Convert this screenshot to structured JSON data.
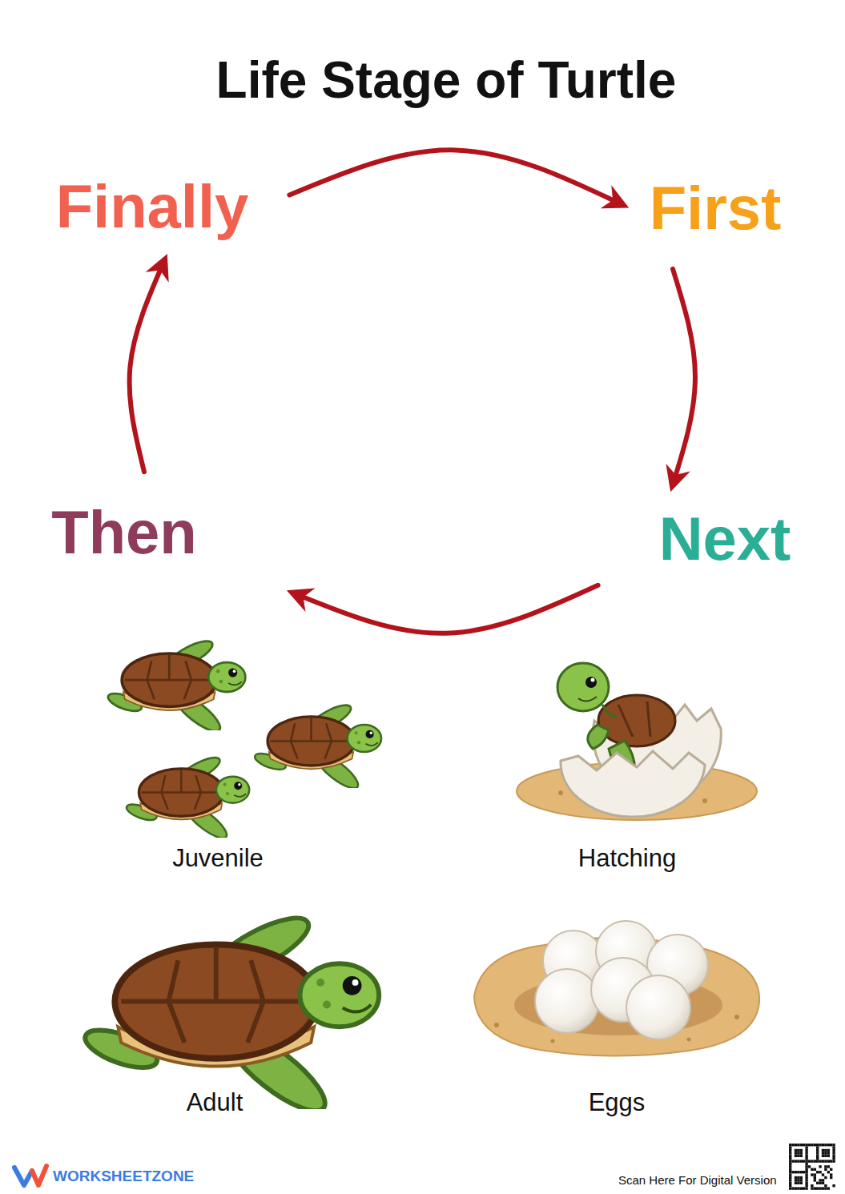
{
  "diagram": {
    "title": "Life Stage of Turtle",
    "nodes": [
      {
        "text": [
          "Finally"
        ]
      },
      {
        "text": [
          "First"
        ]
      },
      {
        "text": [
          "Then"
        ]
      },
      {
        "text": [
          "Next"
        ]
      }
    ],
    "edges": [
      {
        "from": 0,
        "to": 1,
        "arrow": "to"
      },
      {
        "from": 1,
        "to": 3,
        "arrow": "to"
      },
      {
        "from": 3,
        "to": 2,
        "arrow": "to"
      },
      {
        "from": 2,
        "to": 0,
        "arrow": "to"
      }
    ],
    "labels": [
      "Juvenile",
      "Hatching",
      "Adult",
      "Eggs",
      "WORKSHEETZONE",
      "Scan Here For Digital Version"
    ]
  }
}
